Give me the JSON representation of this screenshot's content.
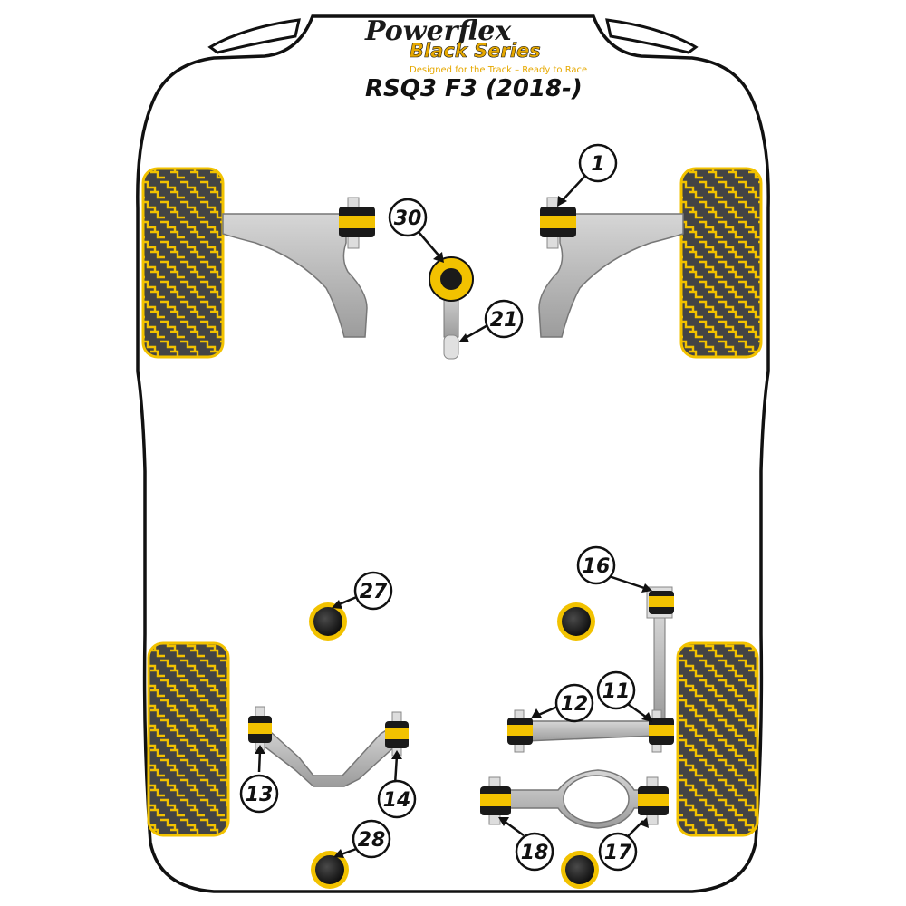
{
  "brand": {
    "name": "Powerflex",
    "series": "Black Series",
    "tagline": "Designed for the Track – Ready to Race"
  },
  "model": "RSQ3 F3 (2018-)",
  "callouts": [
    "1",
    "30",
    "21",
    "27",
    "16",
    "12",
    "11",
    "13",
    "14",
    "28",
    "18",
    "17"
  ],
  "colors": {
    "bushing_yellow": "#f2c200",
    "bushing_black": "#1a1a1a",
    "arm_grey": "#b9b9b9",
    "body_outline": "#111111"
  }
}
